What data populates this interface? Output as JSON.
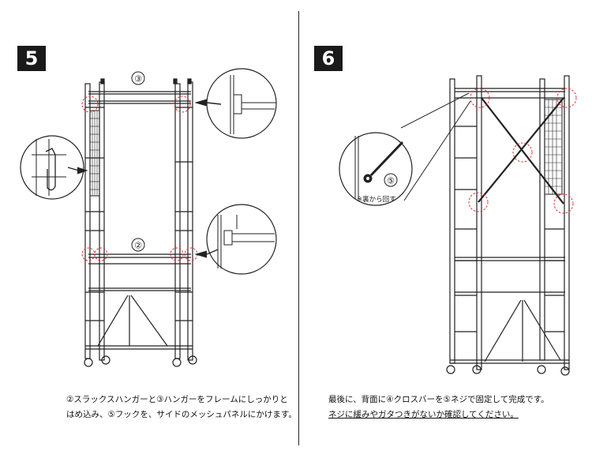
{
  "steps": [
    {
      "number": "5",
      "parts": {
        "hanger": "③",
        "slacks_hanger": "②"
      },
      "caption": {
        "line1": "②スラックスハンガーと③ハンガーをフレームにしっかりと",
        "line2": "はめ込み、⑤フックを、サイドのメッシュパネルにかけます。"
      }
    },
    {
      "number": "6",
      "parts": {
        "screw": "⑤"
      },
      "detail_note": "※裏から回す",
      "caption": {
        "line1": "最後に、背面に④クロスバーを⑤ネジで固定して完成です。",
        "line2": "ネジに緩みやガタつきがないか確認してください。"
      }
    }
  ],
  "colors": {
    "line": "#222222",
    "badge": "#1a1a1a",
    "marker": "#e03030"
  }
}
